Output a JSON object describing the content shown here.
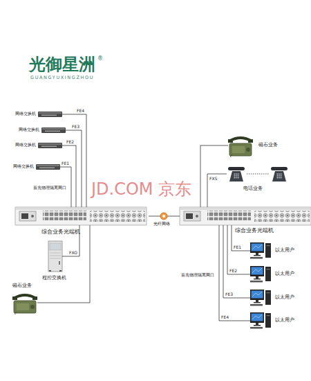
{
  "diagram": {
    "nodes": [
      {
        "text": [
          "网络交换机"
        ]
      },
      {
        "text": [
          "网络交换机"
        ]
      },
      {
        "text": [
          "网络交换机"
        ]
      },
      {
        "text": [
          "网络交换机"
        ]
      },
      {
        "text": [
          "综合业务光端机"
        ]
      },
      {
        "text": [
          "程控交换机"
        ]
      },
      {
        "text": [
          "磁石业务"
        ]
      },
      {
        "text": [
          "综合业务光端机"
        ]
      },
      {
        "text": [
          "磁石业务"
        ]
      },
      {
        "text": [
          "电话业务"
        ]
      },
      {
        "text": [
          "以太用户"
        ]
      },
      {
        "text": [
          "以太用户"
        ]
      },
      {
        "text": [
          "以太用户"
        ]
      },
      {
        "text": [
          "以太用户"
        ]
      }
    ],
    "edges": [
      {
        "from": 0,
        "to": 4,
        "label": "FE4",
        "arrow": "none"
      },
      {
        "from": 1,
        "to": 4,
        "label": "FE3",
        "arrow": "none"
      },
      {
        "from": 2,
        "to": 4,
        "label": "FE2",
        "arrow": "none"
      },
      {
        "from": 3,
        "to": 4,
        "label": "FE1",
        "arrow": "none"
      },
      {
        "from": 5,
        "to": 4,
        "label": "FXO",
        "arrow": "none"
      },
      {
        "from": 6,
        "to": 4,
        "arrow": "none"
      },
      {
        "from": 4,
        "to": 7,
        "label": "光纤网络",
        "arrow": "none"
      },
      {
        "from": 7,
        "to": 8,
        "arrow": "none"
      },
      {
        "from": 7,
        "to": 9,
        "label": "FXS",
        "arrow": "none"
      },
      {
        "from": 7,
        "to": 10,
        "label": "FE1",
        "arrow": "none"
      },
      {
        "from": 7,
        "to": 11,
        "label": "FE2",
        "arrow": "none"
      },
      {
        "from": 7,
        "to": 12,
        "label": "FE3",
        "arrow": "none"
      },
      {
        "from": 7,
        "to": 13,
        "label": "FE4",
        "arrow": "none"
      }
    ],
    "labels": [
      "光御星洲",
      "®",
      "GUANGYUXINGZHOU",
      "百兆物理隔离网口",
      "百兆物理隔离网口",
      "JD.COM 京东"
    ]
  }
}
